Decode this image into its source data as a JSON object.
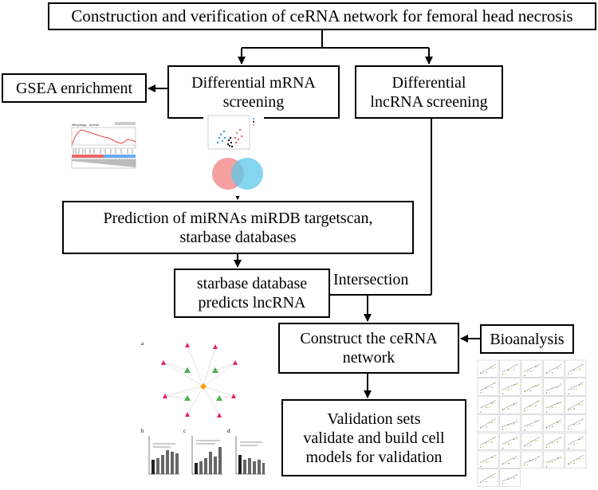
{
  "title": "Construction and verification of ceRNA network for femoral head necrosis",
  "gsea": "GSEA enrichment",
  "mrna": [
    "Differential mRNA",
    "screening"
  ],
  "lncrna": [
    "Differential",
    "lncRNA screening"
  ],
  "mirna": [
    "Prediction of miRNAs miRDB targetscan,",
    "starbase databases"
  ],
  "starbase": [
    "starbase database",
    "predicts lncRNA"
  ],
  "intersection": "Intersection",
  "cerna": [
    "Construct the ceRNA",
    "network"
  ],
  "bioanalysis": "Bioanalysis",
  "validation": [
    "Validation sets",
    "validate and build cell",
    "models for validation"
  ],
  "gsea_plot_title": "Mitophagy - animal",
  "panel_letters": [
    "a",
    "b",
    "c",
    "d"
  ]
}
